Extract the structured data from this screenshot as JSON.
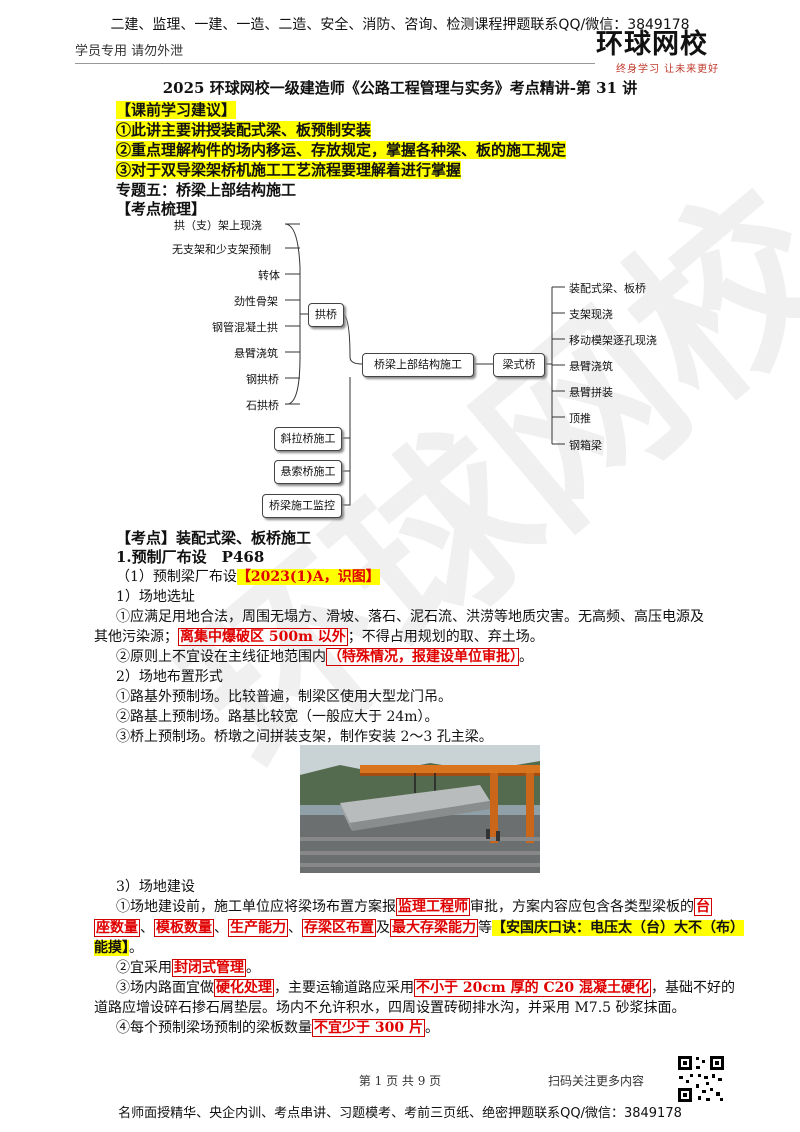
{
  "header": {
    "top_line": "二建、监理、一建、一造、二造、安全、消防、咨询、检测课程押题联系QQ/微信：3849178",
    "left_label": "学员专用 请勿外泄",
    "logo_name": "环球网校",
    "logo_slogan": "终身学习 让未来更好"
  },
  "title": "2025 环球网校一级建造师《公路工程管理与实务》考点精讲-第 31 讲",
  "pre_study": {
    "heading": "【课前学习建议】",
    "items": [
      "①此讲主要讲授装配式梁、板预制安装",
      "②重点理解构件的场内移运、存放规定，掌握各种梁、板的施工规定",
      "③对于双导梁架桥机施工工艺流程要理解着进行掌握"
    ]
  },
  "topic": "专题五：桥梁上部结构施工",
  "outline_heading": "【考点梳理】",
  "mindmap": {
    "root": "桥梁上部结构施工",
    "arch_label": "拱桥",
    "arch_items": [
      "拱（支）架上现浇",
      "无支架和少支架预制",
      "转体",
      "劲性骨架",
      "钢管混凝土拱",
      "悬臂浇筑",
      "钢拱桥",
      "石拱桥"
    ],
    "beam_label": "梁式桥",
    "beam_items": [
      "装配式梁、板桥",
      "支架现浇",
      "移动模架逐孔现浇",
      "悬臂浇筑",
      "悬臂拼装",
      "顶推",
      "钢箱梁"
    ],
    "other_items": [
      "斜拉桥施工",
      "悬索桥施工",
      "桥梁施工监控"
    ]
  },
  "section": {
    "heading": "【考点】装配式梁、板桥施工",
    "sub1": "1.预制厂布设　P468",
    "sub1_1_text": "（1）预制梁厂布设",
    "sub1_1_tag": "【2023(1)A，识图】",
    "site_select": "1）场地选址",
    "p1_a": "①应满足用地合法，周围无塌方、滑坡、落石、泥石流、洪涝等地质灾害。无高频、高压电源及",
    "p1_b": "其他污染源；",
    "p1_b_red": "离集中爆破区 500m 以外",
    "p1_b_end": "；不得占用规划的取、弃土场。",
    "p2_a": "②原则上不宜设在主线征地范围内",
    "p2_red": "（特殊情况，报建设单位审批）",
    "p2_end": "。",
    "layout_heading": "2）场地布置形式",
    "layout_1": "①路基外预制场。比较普遍，制梁区使用大型龙门吊。",
    "layout_2": "②路基上预制场。路基比较宽（一般应大于 24m）。",
    "layout_3": "③桥上预制场。桥墩之间拼装支架，制作安装 2～3 孔主梁。",
    "build_heading": "3）场地建设",
    "b1_a": "①场地建设前，施工单位应将梁场布置方案报",
    "b1_red1": "监理工程师",
    "b1_b": "审批，方案内容应包含各类型梁板的",
    "b1_red2a": "台",
    "b1_red2b": "座数量",
    "b1_c": "、",
    "b1_red3": "模板数量",
    "b1_d": "、",
    "b1_red4": "生产能力",
    "b1_e": "、",
    "b1_red5": "存梁区布置",
    "b1_f": "及",
    "b1_red6": "最大存梁能力",
    "b1_g": "等",
    "b1_tip_a": "【安国庆口诀：电压太（台）大不（布）",
    "b1_tip_b": "能摸】",
    "b1_end": "。",
    "b2_a": "②宜采用",
    "b2_red": "封闭式管理",
    "b2_end": "。",
    "b3_a": "③场内路面宜做",
    "b3_red1": "硬化处理",
    "b3_b": "，主要运输道路应采用",
    "b3_red2": "不小于 20cm 厚的 C20 混凝土硬化",
    "b3_c": "，基础不好的",
    "b3_line2": "道路应增设碎石掺石屑垫层。场内不允许积水，四周设置砖砌排水沟，并采用 M7.5 砂浆抹面。",
    "b4_a": "④每个预制梁场预制的梁板数量",
    "b4_red": "不宜少于 300 片",
    "b4_end": "。"
  },
  "footer": {
    "page": "第 1 页 共 9 页",
    "qr_label": "扫码关注更多内容",
    "bottom": "名师面授精华、央企内训、考点串讲、习题模考、考前三页纸、绝密押题联系QQ/微信：3849178"
  },
  "watermark": "环球网校"
}
